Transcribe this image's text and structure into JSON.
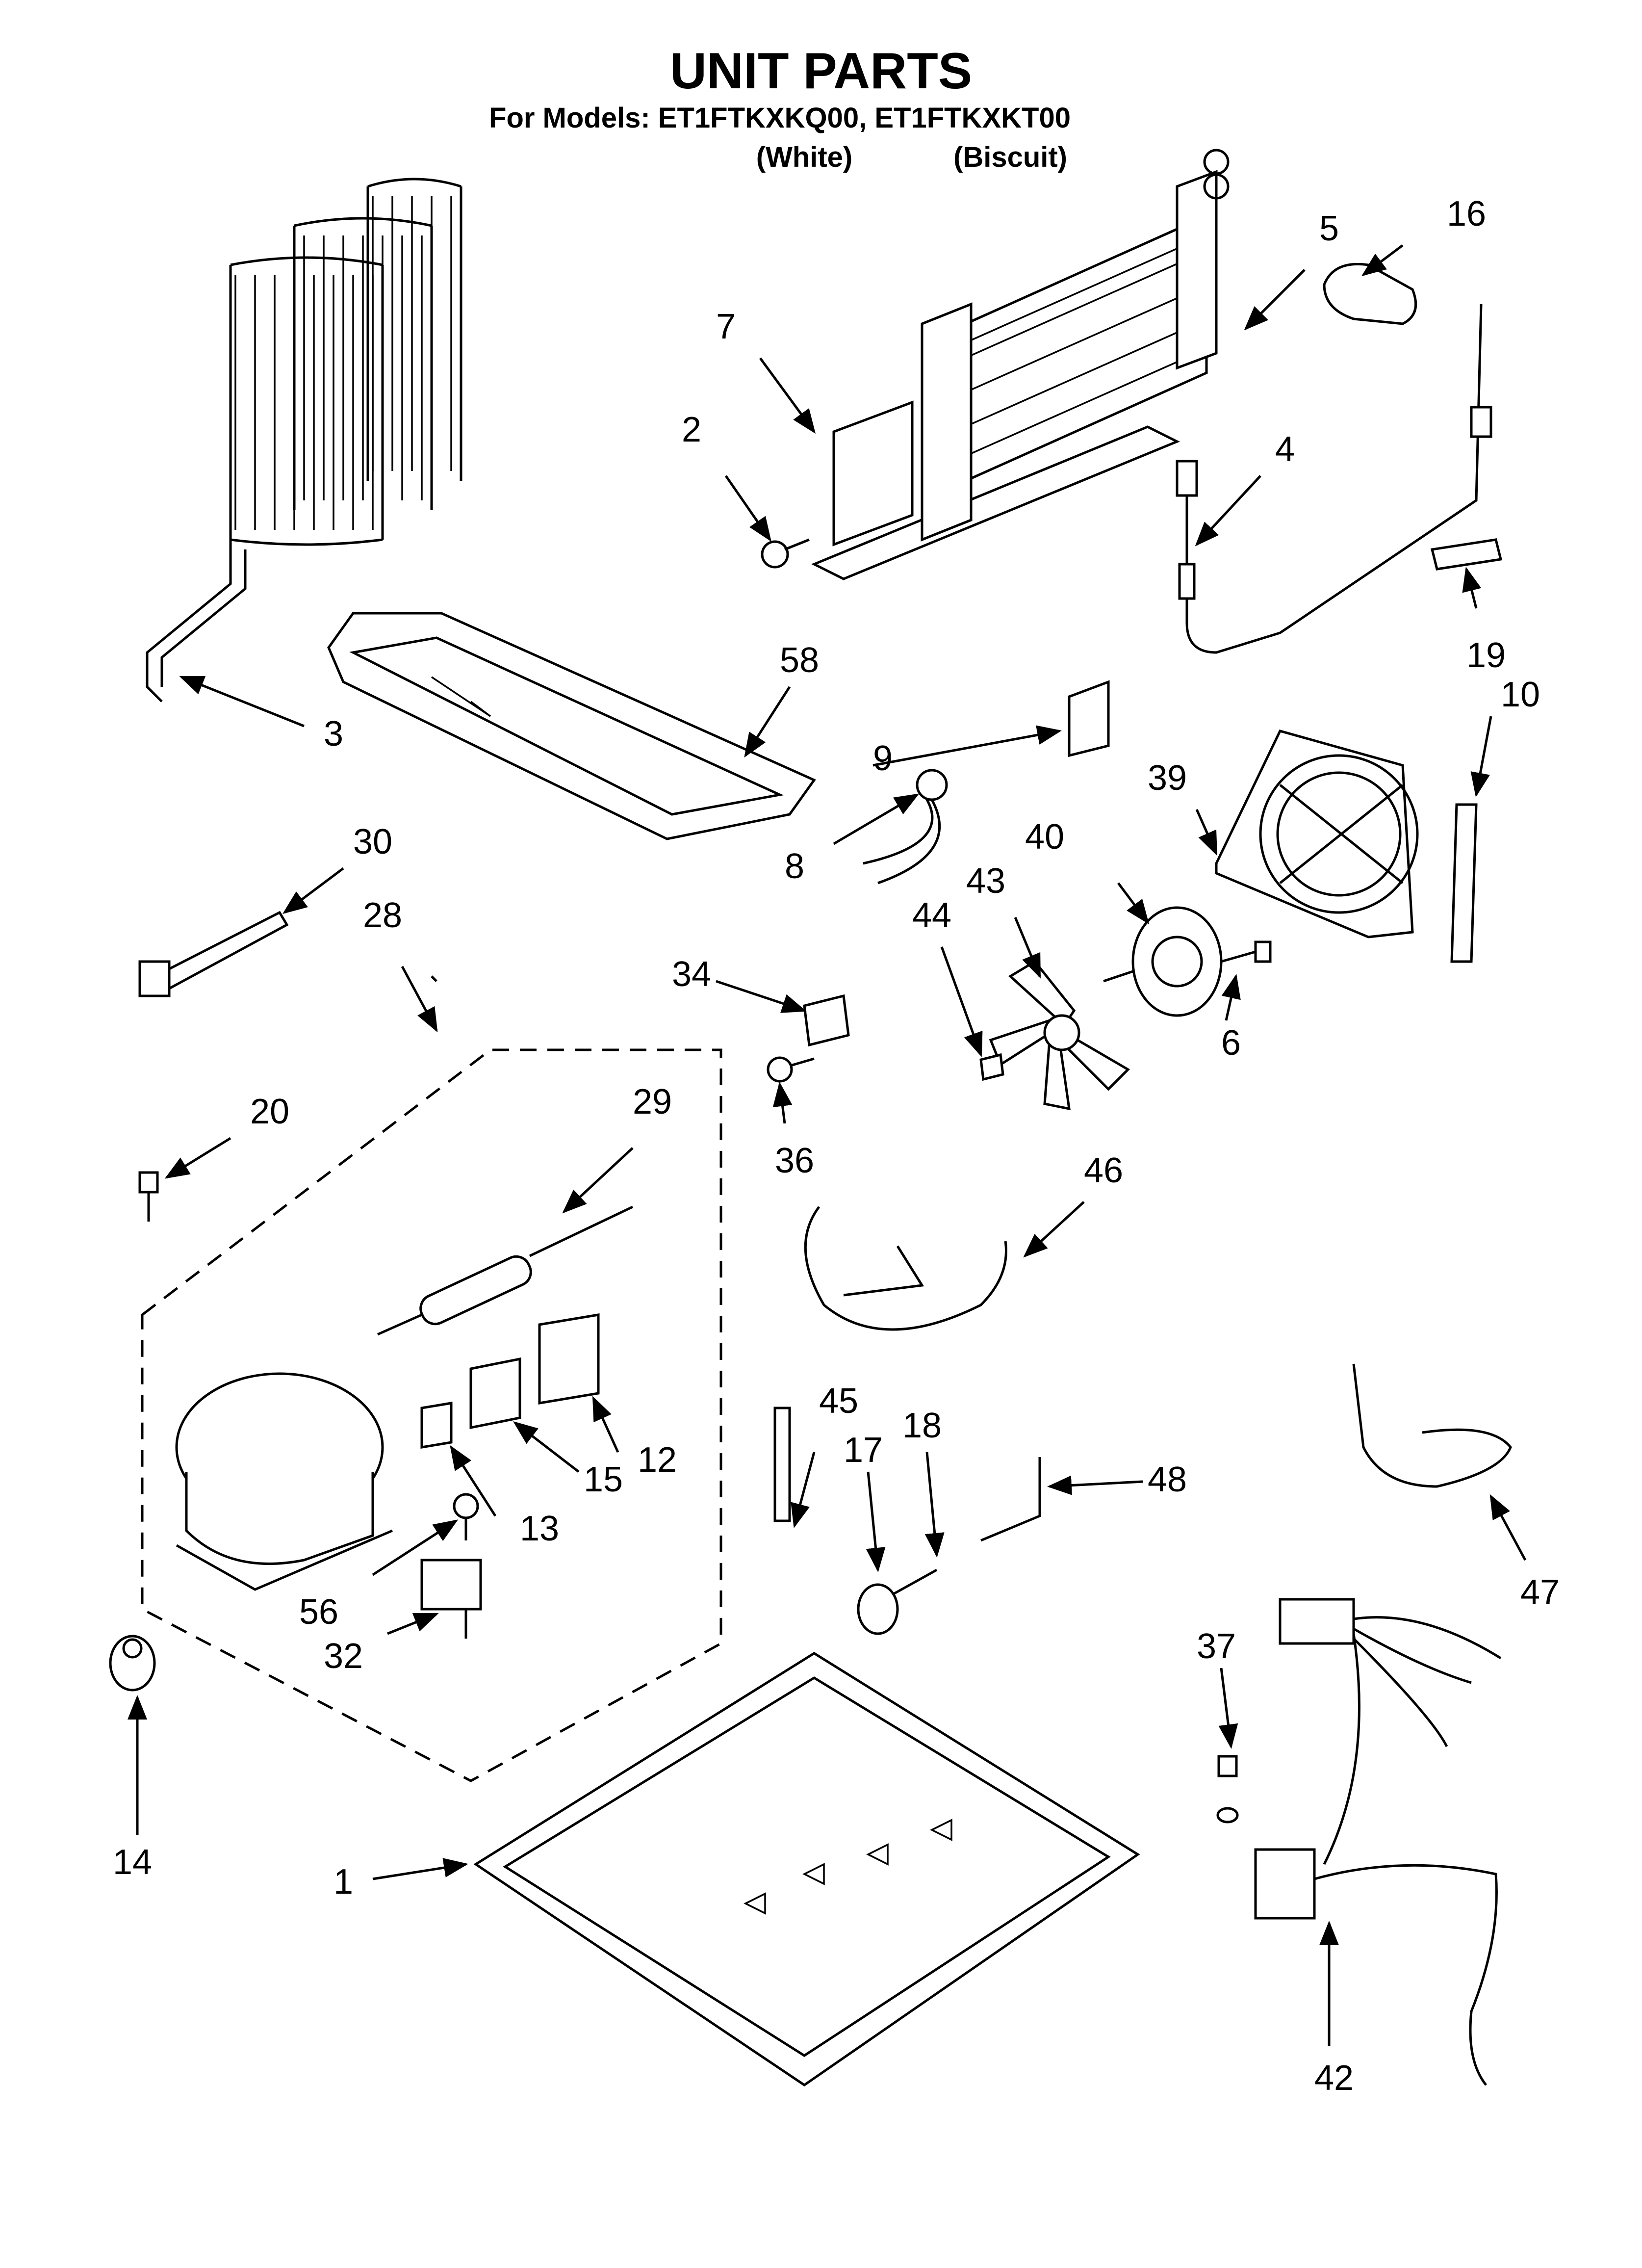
{
  "header": {
    "title": "UNIT PARTS",
    "models_line": "For Models: ET1FTKXKQ00, ET1FTKXKT00",
    "color_white": "(White)",
    "color_biscuit": "(Biscuit)"
  },
  "callouts": [
    "1",
    "2",
    "3",
    "4",
    "5",
    "6",
    "7",
    "8",
    "9",
    "10",
    "12",
    "13",
    "14",
    "15",
    "16",
    "17",
    "18",
    "19",
    "20",
    "28",
    "29",
    "30",
    "32",
    "34",
    "36",
    "37",
    "39",
    "40",
    "42",
    "43",
    "44",
    "45",
    "46",
    "47",
    "48",
    "56",
    "58"
  ]
}
